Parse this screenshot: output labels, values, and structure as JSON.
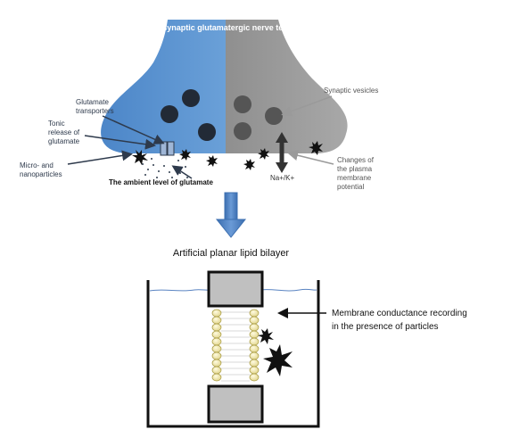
{
  "labels": {
    "presynaptic": "Presynaptic glutamatergic nerve terminal",
    "glutamate_transporters_1": "Glutamate",
    "glutamate_transporters_2": "transporters",
    "tonic_1": "Tonic",
    "tonic_2": "release of",
    "tonic_3": "glutamate",
    "micro_1": "Micro- and",
    "micro_2": "nanoparticles",
    "ambient": "The ambient level of glutamate",
    "synaptic_vesicles": "Synaptic vesicles",
    "changes_1": "Changes of",
    "changes_2": "the plasma",
    "changes_3": "membrane",
    "changes_4": "potential",
    "ions": "Na+/K+",
    "bilayer_title": "Artificial planar lipid bilayer",
    "conductance_1": "Membrane conductance  recording",
    "conductance_2": "in the presence of particles"
  },
  "colors": {
    "terminal_left": "#5b92cf",
    "terminal_right": "#9a9a9a",
    "vesicle_dark": "#222a36",
    "vesicle_gray": "#555555",
    "arrow_blue": "#4a7fc0",
    "arrow_dark": "#3a3a3a",
    "electrode_fill": "#c0c0c0",
    "lipid_head": "#f2eab0",
    "water_line": "#5a84c2"
  },
  "icons": [
    "vesicle-icon",
    "transporter-icon",
    "particle-icon",
    "down-arrow-icon",
    "electrode-icon",
    "lipid-head-icon"
  ]
}
